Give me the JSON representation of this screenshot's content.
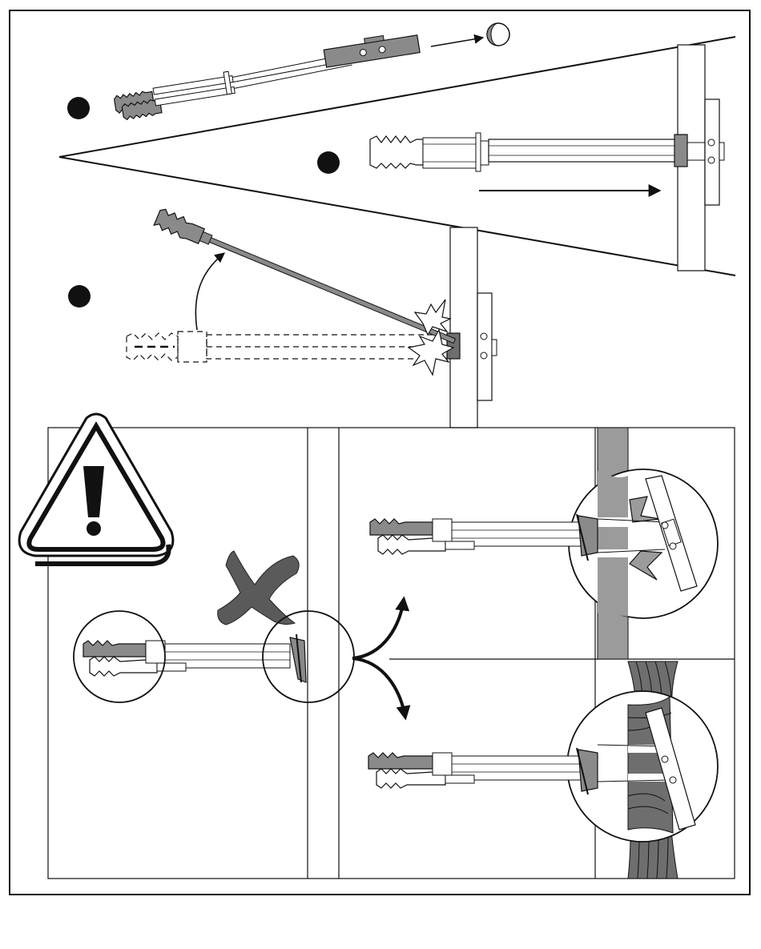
{
  "diagram": {
    "kind": "installation-instructions",
    "language_free": true,
    "step_markers": [
      {
        "id": "step-a",
        "label": ""
      },
      {
        "id": "step-b",
        "label": ""
      },
      {
        "id": "step-c",
        "label": ""
      }
    ],
    "icons": [
      "warning-triangle-icon",
      "do-not-x-icon",
      "moon-phase-icon"
    ],
    "colors": {
      "line": "#111111",
      "tool_gray": "#8a8a8a",
      "tool_dark": "#6e6e6e",
      "wall_gray": "#9b9b9b",
      "x_mark": "#5a5a5a",
      "background": "#ffffff"
    }
  }
}
